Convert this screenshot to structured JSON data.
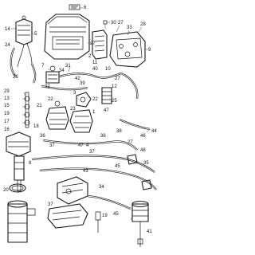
{
  "callouts": [
    {
      "label": "6"
    },
    {
      "label": "30"
    },
    {
      "label": "27"
    },
    {
      "label": "28"
    },
    {
      "label": "33"
    },
    {
      "label": "5"
    },
    {
      "label": "14"
    },
    {
      "label": "27"
    },
    {
      "label": "9"
    },
    {
      "label": "2"
    },
    {
      "label": "11"
    },
    {
      "label": "24"
    },
    {
      "label": "7"
    },
    {
      "label": "40"
    },
    {
      "label": "31"
    },
    {
      "label": "34"
    },
    {
      "label": "10"
    },
    {
      "label": "27"
    },
    {
      "label": "26"
    },
    {
      "label": "42"
    },
    {
      "label": "39"
    },
    {
      "label": "12"
    },
    {
      "label": "32"
    },
    {
      "label": "29"
    },
    {
      "label": "3"
    },
    {
      "label": "13"
    },
    {
      "label": "22"
    },
    {
      "label": "22"
    },
    {
      "label": "25"
    },
    {
      "label": "15"
    },
    {
      "label": "21"
    },
    {
      "label": "19"
    },
    {
      "label": "23"
    },
    {
      "label": "1"
    },
    {
      "label": "47"
    },
    {
      "label": "17"
    },
    {
      "label": "16"
    },
    {
      "label": "18"
    },
    {
      "label": "36"
    },
    {
      "label": "36"
    },
    {
      "label": "38"
    },
    {
      "label": "46"
    },
    {
      "label": "44"
    },
    {
      "label": "27"
    },
    {
      "label": "37"
    },
    {
      "label": "48"
    },
    {
      "label": "47"
    },
    {
      "label": "4"
    },
    {
      "label": "37"
    },
    {
      "label": "35"
    },
    {
      "label": "8"
    },
    {
      "label": "45"
    },
    {
      "label": "34"
    },
    {
      "label": "43"
    },
    {
      "label": "20"
    },
    {
      "label": "37"
    },
    {
      "label": "19"
    },
    {
      "label": "45"
    },
    {
      "label": "41"
    }
  ]
}
